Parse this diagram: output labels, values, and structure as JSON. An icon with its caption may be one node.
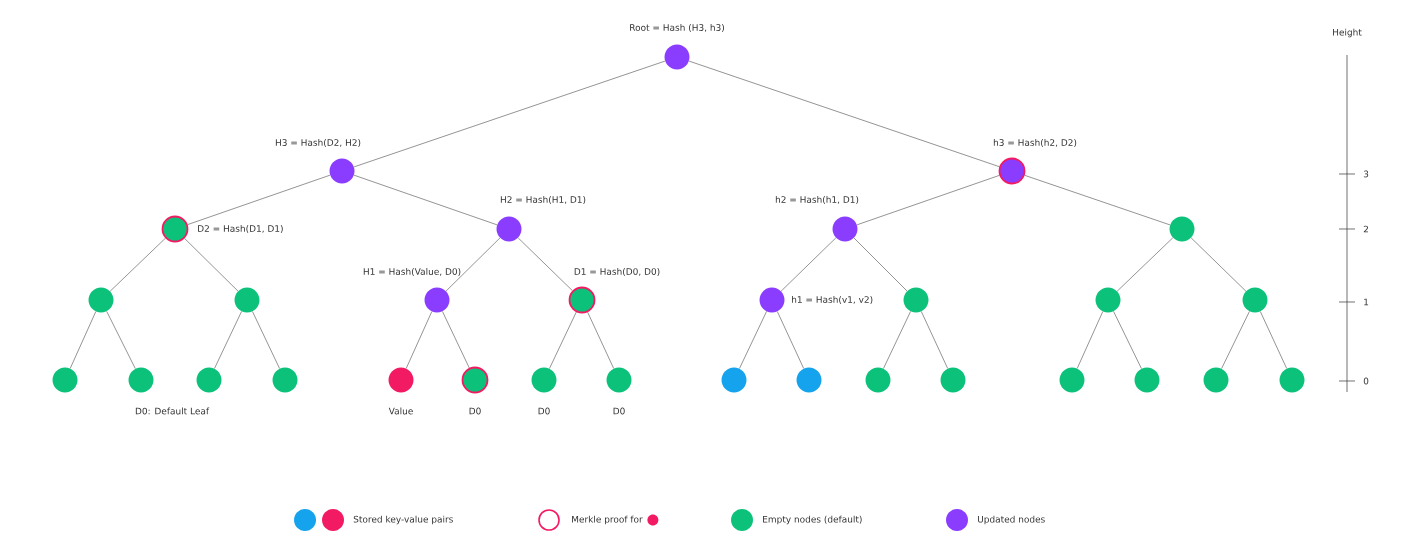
{
  "diagram": {
    "nodes": [
      {
        "text": [],
        "shape": "circle",
        "beside": [
          "Root = Hash (H3, h3)"
        ]
      },
      {
        "text": [],
        "shape": "circle",
        "beside": [
          "H3 = Hash(D2, H2)"
        ]
      },
      {
        "text": [],
        "shape": "circle",
        "beside": [
          "h3 = Hash(h2, D2)"
        ]
      },
      {
        "text": [],
        "shape": "circle",
        "beside": [
          "D2 = Hash(D1, D1)"
        ]
      },
      {
        "text": [],
        "shape": "circle",
        "beside": [
          "H2 = Hash(H1, D1)"
        ]
      },
      {
        "text": [],
        "shape": "circle",
        "beside": [
          "h2 = Hash(h1, D1)"
        ]
      },
      {
        "text": [],
        "shape": "circle"
      },
      {
        "text": [],
        "shape": "circle"
      },
      {
        "text": [],
        "shape": "circle"
      },
      {
        "text": [],
        "shape": "circle",
        "beside": [
          "H1 = Hash(Value, D0)"
        ]
      },
      {
        "text": [],
        "shape": "circle",
        "beside": [
          "D1 = Hash(D0, D0)"
        ]
      },
      {
        "text": [],
        "shape": "circle",
        "beside": [
          "h1 = Hash(v1, v2)"
        ]
      },
      {
        "text": [],
        "shape": "circle"
      },
      {
        "text": [],
        "shape": "circle"
      },
      {
        "text": [],
        "shape": "circle"
      },
      {
        "text": [],
        "shape": "circle"
      },
      {
        "text": [],
        "shape": "circle"
      },
      {
        "text": [],
        "shape": "circle"
      },
      {
        "text": [],
        "shape": "circle"
      },
      {
        "text": [],
        "shape": "circle",
        "beside": [
          "Value"
        ]
      },
      {
        "text": [],
        "shape": "circle",
        "beside": [
          "D0"
        ]
      },
      {
        "text": [],
        "shape": "circle",
        "beside": [
          "D0"
        ]
      },
      {
        "text": [],
        "shape": "circle",
        "beside": [
          "D0"
        ]
      },
      {
        "text": [],
        "shape": "circle"
      },
      {
        "text": [],
        "shape": "circle"
      },
      {
        "text": [],
        "shape": "circle"
      },
      {
        "text": [],
        "shape": "circle"
      },
      {
        "text": [],
        "shape": "circle"
      },
      {
        "text": [],
        "shape": "circle"
      },
      {
        "text": [],
        "shape": "circle"
      },
      {
        "text": [],
        "shape": "circle"
      }
    ],
    "edges": [
      {
        "from": 0,
        "to": 1,
        "arrow": "none"
      },
      {
        "from": 0,
        "to": 2,
        "arrow": "none"
      },
      {
        "from": 1,
        "to": 3,
        "arrow": "none"
      },
      {
        "from": 1,
        "to": 4,
        "arrow": "none"
      },
      {
        "from": 2,
        "to": 5,
        "arrow": "none"
      },
      {
        "from": 2,
        "to": 6,
        "arrow": "none"
      },
      {
        "from": 3,
        "to": 7,
        "arrow": "none"
      },
      {
        "from": 3,
        "to": 8,
        "arrow": "none"
      },
      {
        "from": 4,
        "to": 9,
        "arrow": "none"
      },
      {
        "from": 4,
        "to": 10,
        "arrow": "none"
      },
      {
        "from": 5,
        "to": 11,
        "arrow": "none"
      },
      {
        "from": 5,
        "to": 12,
        "arrow": "none"
      },
      {
        "from": 6,
        "to": 13,
        "arrow": "none"
      },
      {
        "from": 6,
        "to": 14,
        "arrow": "none"
      },
      {
        "from": 7,
        "to": 15,
        "arrow": "none"
      },
      {
        "from": 7,
        "to": 16,
        "arrow": "none"
      },
      {
        "from": 8,
        "to": 17,
        "arrow": "none"
      },
      {
        "from": 8,
        "to": 18,
        "arrow": "none"
      },
      {
        "from": 9,
        "to": 19,
        "arrow": "none"
      },
      {
        "from": 9,
        "to": 20,
        "arrow": "none"
      },
      {
        "from": 10,
        "to": 21,
        "arrow": "none"
      },
      {
        "from": 10,
        "to": 22,
        "arrow": "none"
      },
      {
        "from": 11,
        "to": 23,
        "arrow": "none"
      },
      {
        "from": 11,
        "to": 24,
        "arrow": "none"
      },
      {
        "from": 12,
        "to": 25,
        "arrow": "none"
      },
      {
        "from": 12,
        "to": 26,
        "arrow": "none"
      },
      {
        "from": 13,
        "to": 27,
        "arrow": "none"
      },
      {
        "from": 13,
        "to": 28,
        "arrow": "none"
      },
      {
        "from": 14,
        "to": 29,
        "arrow": "none"
      },
      {
        "from": 14,
        "to": 30,
        "arrow": "none"
      }
    ],
    "labels": [
      "D0: Default Leaf",
      "Height",
      "3",
      "2",
      "1",
      "0"
    ],
    "legend": [
      {
        "text": "Stored key-value pairs"
      },
      {
        "text": "Merkle proof for"
      },
      {
        "text": "Empty nodes (default)",
        "color": "#0cc27a"
      },
      {
        "text": "Updated nodes",
        "color": "#8a3cff"
      }
    ]
  }
}
